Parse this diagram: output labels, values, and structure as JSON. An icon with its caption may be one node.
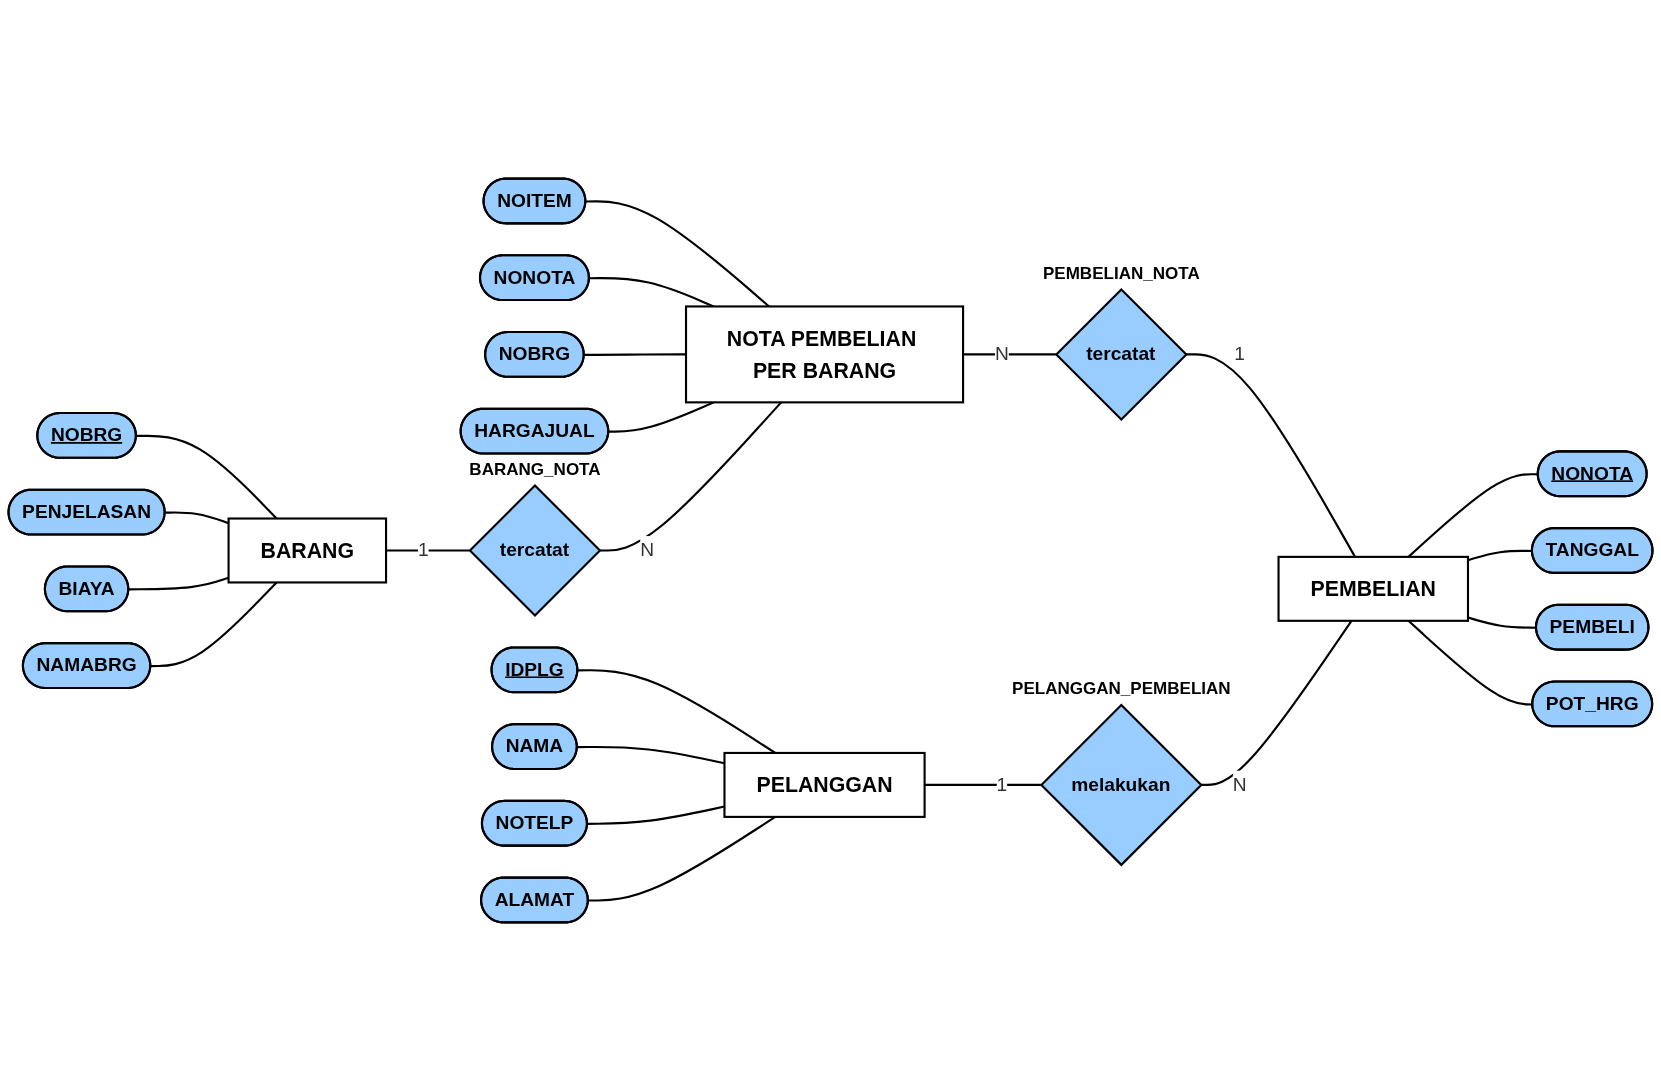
{
  "diagram": {
    "nodes": [
      {
        "text": [
          "NOBRG"
        ]
      },
      {
        "text": [
          "PENJELASAN"
        ]
      },
      {
        "text": [
          "BIAYA"
        ]
      },
      {
        "text": [
          "NAMABRG"
        ]
      },
      {
        "text": [
          "BARANG"
        ]
      },
      {
        "text": [
          "NOITEM"
        ]
      },
      {
        "text": [
          "NONOTA"
        ]
      },
      {
        "text": [
          "NOBRG"
        ]
      },
      {
        "text": [
          "HARGAJUAL"
        ]
      },
      {
        "text": [
          "NOTA PEMBELIAN PER BARANG"
        ]
      },
      {
        "text": [
          "tercatat"
        ],
        "beside": [
          "BARANG_NOTA"
        ]
      },
      {
        "text": [
          "IDPLG"
        ]
      },
      {
        "text": [
          "NAMA"
        ]
      },
      {
        "text": [
          "NOTELP"
        ]
      },
      {
        "text": [
          "ALAMAT"
        ]
      },
      {
        "text": [
          "PELANGGAN"
        ]
      },
      {
        "text": [
          "tercatat"
        ],
        "beside": [
          "PEMBELIAN_NOTA"
        ]
      },
      {
        "text": [
          "melakukan"
        ],
        "beside": [
          "PELANGGAN_PEMBELIAN"
        ]
      },
      {
        "text": [
          "PEMBELIAN"
        ]
      },
      {
        "text": [
          "NONOTA"
        ]
      },
      {
        "text": [
          "TANGGAL"
        ]
      },
      {
        "text": [
          "PEMBELI"
        ]
      },
      {
        "text": [
          "POT_HRG"
        ]
      }
    ],
    "edges": [
      {
        "from": 0,
        "to": 4,
        "arrow": "none"
      },
      {
        "from": 1,
        "to": 4,
        "arrow": "none"
      },
      {
        "from": 2,
        "to": 4,
        "arrow": "none"
      },
      {
        "from": 3,
        "to": 4,
        "arrow": "none"
      },
      {
        "from": 5,
        "to": 9,
        "arrow": "none"
      },
      {
        "from": 6,
        "to": 9,
        "arrow": "none"
      },
      {
        "from": 7,
        "to": 9,
        "arrow": "none"
      },
      {
        "from": 8,
        "to": 9,
        "arrow": "none"
      },
      {
        "from": 4,
        "to": 10,
        "arrow": "none",
        "label": "1"
      },
      {
        "from": 10,
        "to": 9,
        "arrow": "none",
        "label": "N"
      },
      {
        "from": 9,
        "to": 16,
        "arrow": "none",
        "label": "N"
      },
      {
        "from": 16,
        "to": 18,
        "arrow": "none",
        "label": "1"
      },
      {
        "from": 11,
        "to": 15,
        "arrow": "none"
      },
      {
        "from": 12,
        "to": 15,
        "arrow": "none"
      },
      {
        "from": 13,
        "to": 15,
        "arrow": "none"
      },
      {
        "from": 14,
        "to": 15,
        "arrow": "none"
      },
      {
        "from": 15,
        "to": 17,
        "arrow": "none",
        "label": "1"
      },
      {
        "from": 17,
        "to": 18,
        "arrow": "none",
        "label": "N"
      },
      {
        "from": 18,
        "to": 19,
        "arrow": "none"
      },
      {
        "from": 18,
        "to": 20,
        "arrow": "none"
      },
      {
        "from": 18,
        "to": 21,
        "arrow": "none"
      },
      {
        "from": 18,
        "to": 22,
        "arrow": "none"
      }
    ]
  }
}
